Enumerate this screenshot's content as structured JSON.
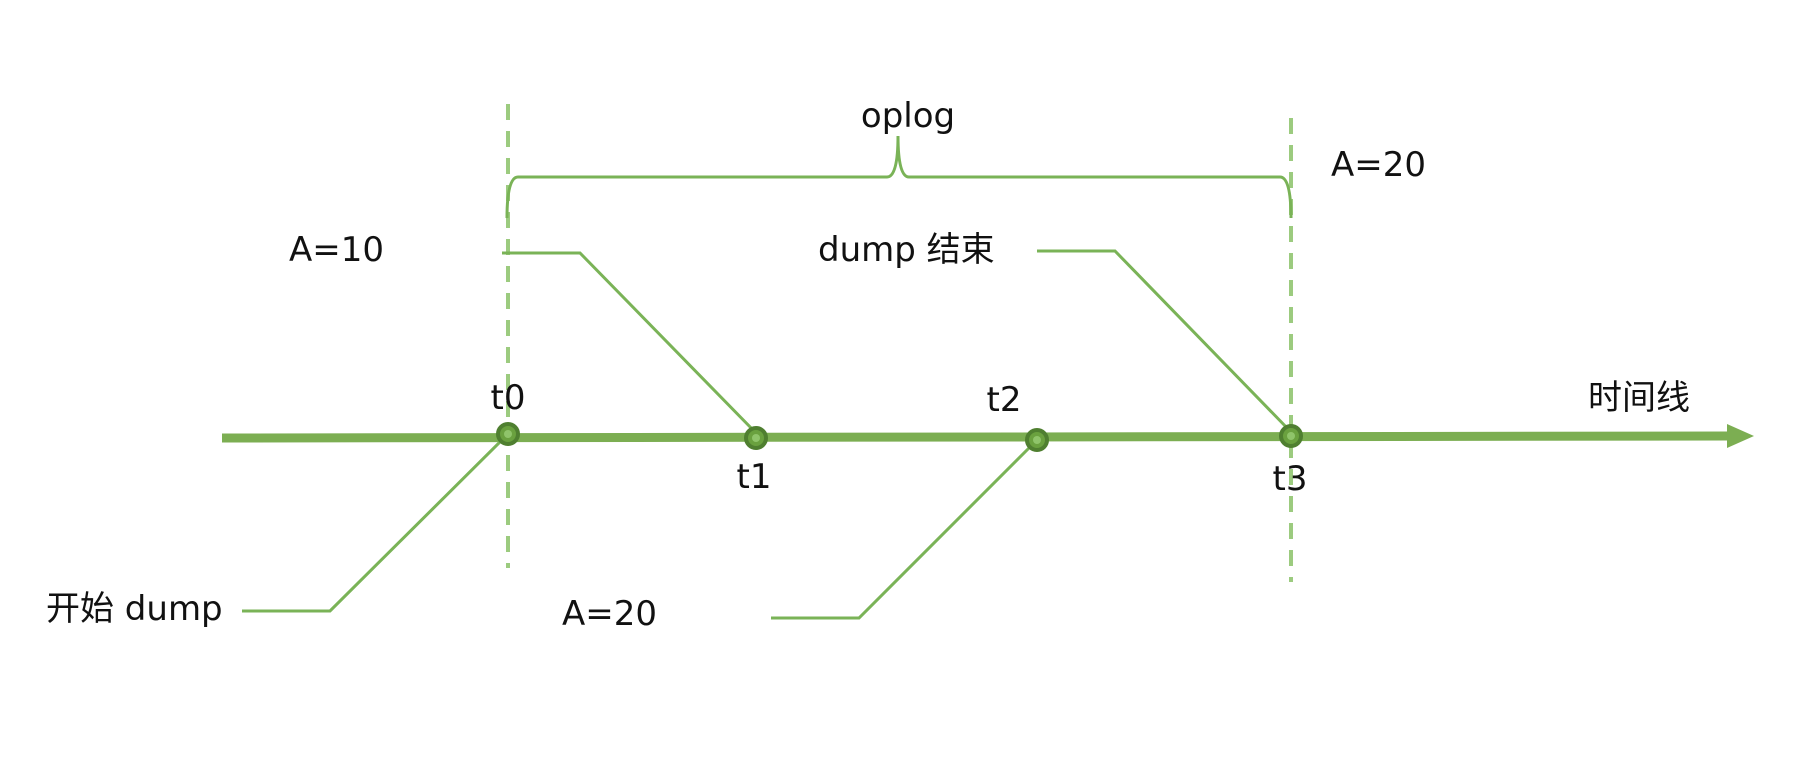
{
  "colors": {
    "line": "#7cae52",
    "thin_line": "#7ab357",
    "dashed": "#9ccb7f",
    "node_fill": "#6aa13f",
    "node_ring": "#4f7f30",
    "text": "#111111"
  },
  "timeline": {
    "label": "时间线"
  },
  "points": [
    {
      "id": "t0",
      "label": "t0"
    },
    {
      "id": "t1",
      "label": "t1"
    },
    {
      "id": "t2",
      "label": "t2"
    },
    {
      "id": "t3",
      "label": "t3"
    }
  ],
  "brace": {
    "label": "oplog"
  },
  "events": {
    "start": "开始 dump",
    "end": "dump 结束"
  },
  "values": {
    "a_before": "A=10",
    "a_t2": "A=20",
    "a_after": "A=20"
  }
}
